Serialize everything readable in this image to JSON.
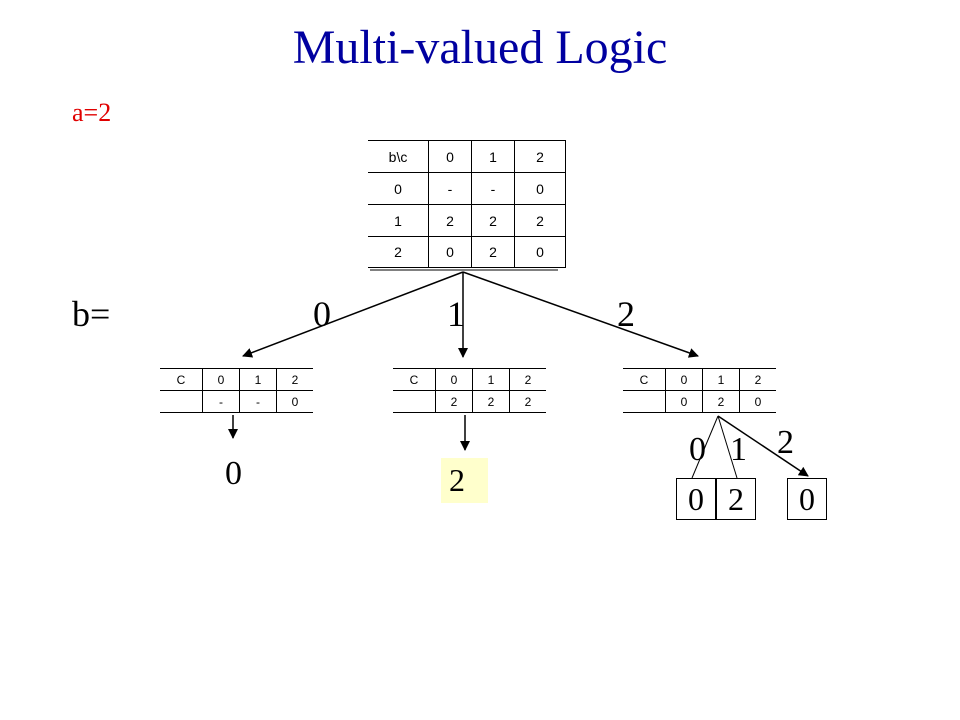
{
  "title": "Multi-valued Logic",
  "title_color": "#0000a0",
  "a_label": "a=2",
  "a_label_color": "#e00000",
  "b_label": "b=",
  "branch_labels": [
    "0",
    "1",
    "2"
  ],
  "main_table": {
    "header": [
      "b\\c",
      "0",
      "1",
      "2"
    ],
    "rows": [
      [
        "0",
        "-",
        "-",
        "0"
      ],
      [
        "1",
        "2",
        "2",
        "2"
      ],
      [
        "2",
        "0",
        "2",
        "0"
      ]
    ]
  },
  "sub_tables": [
    {
      "header": [
        "C",
        "0",
        "1",
        "2"
      ],
      "values": [
        "",
        "-",
        "-",
        "0"
      ]
    },
    {
      "header": [
        "C",
        "0",
        "1",
        "2"
      ],
      "values": [
        "",
        "2",
        "2",
        "2"
      ]
    },
    {
      "header": [
        "C",
        "0",
        "1",
        "2"
      ],
      "values": [
        "",
        "0",
        "2",
        "0"
      ]
    }
  ],
  "leaf_left": "0",
  "leaf_middle": "2",
  "leaf_middle_bg": "#ffffcc",
  "c_branch_labels": [
    "0",
    "1",
    "2"
  ],
  "leaf_boxes": [
    "0",
    "2",
    "0"
  ]
}
